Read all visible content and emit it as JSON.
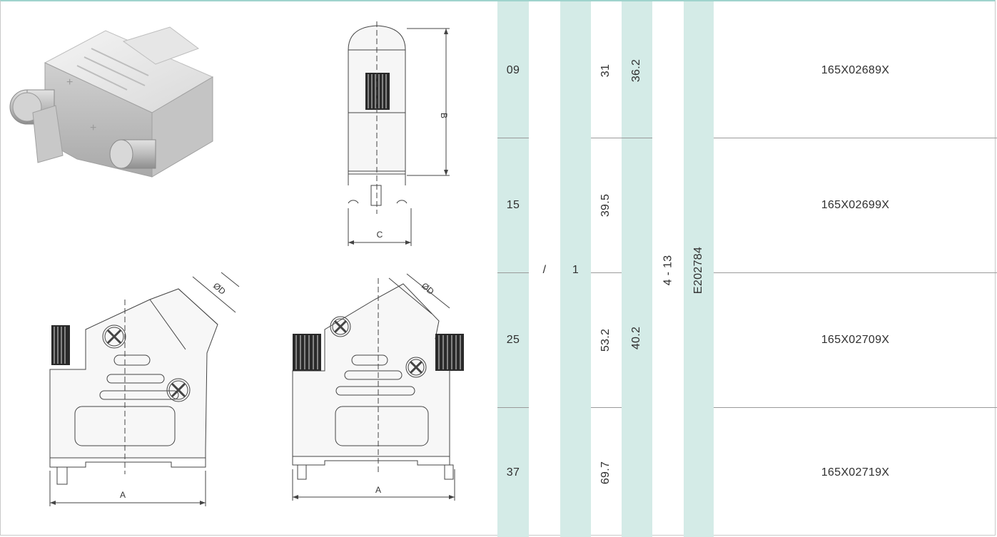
{
  "drawing_labels": {
    "dim_a": "A",
    "dim_b": "B",
    "dim_c": "C",
    "dim_d": "ØD"
  },
  "colors": {
    "band": "#d4ebe7",
    "border_top": "#9fd3cd",
    "line": "#9a9a9a"
  },
  "table": {
    "rows": [
      {
        "pins": "09",
        "dim_a": "31",
        "part_no": "165X02689X"
      },
      {
        "pins": "15",
        "dim_a": "39.5",
        "part_no": "165X02699X"
      },
      {
        "pins": "25",
        "dim_a": "53.2",
        "part_no": "165X02709X"
      },
      {
        "pins": "37",
        "dim_a": "69.7",
        "part_no": "165X02719X"
      }
    ],
    "merged": {
      "slash": "/",
      "one": "1",
      "dim_b_first": "36.2",
      "dim_b_rest": "40.2",
      "cable_range": "4 - 13",
      "ul_file": "E202784"
    }
  }
}
